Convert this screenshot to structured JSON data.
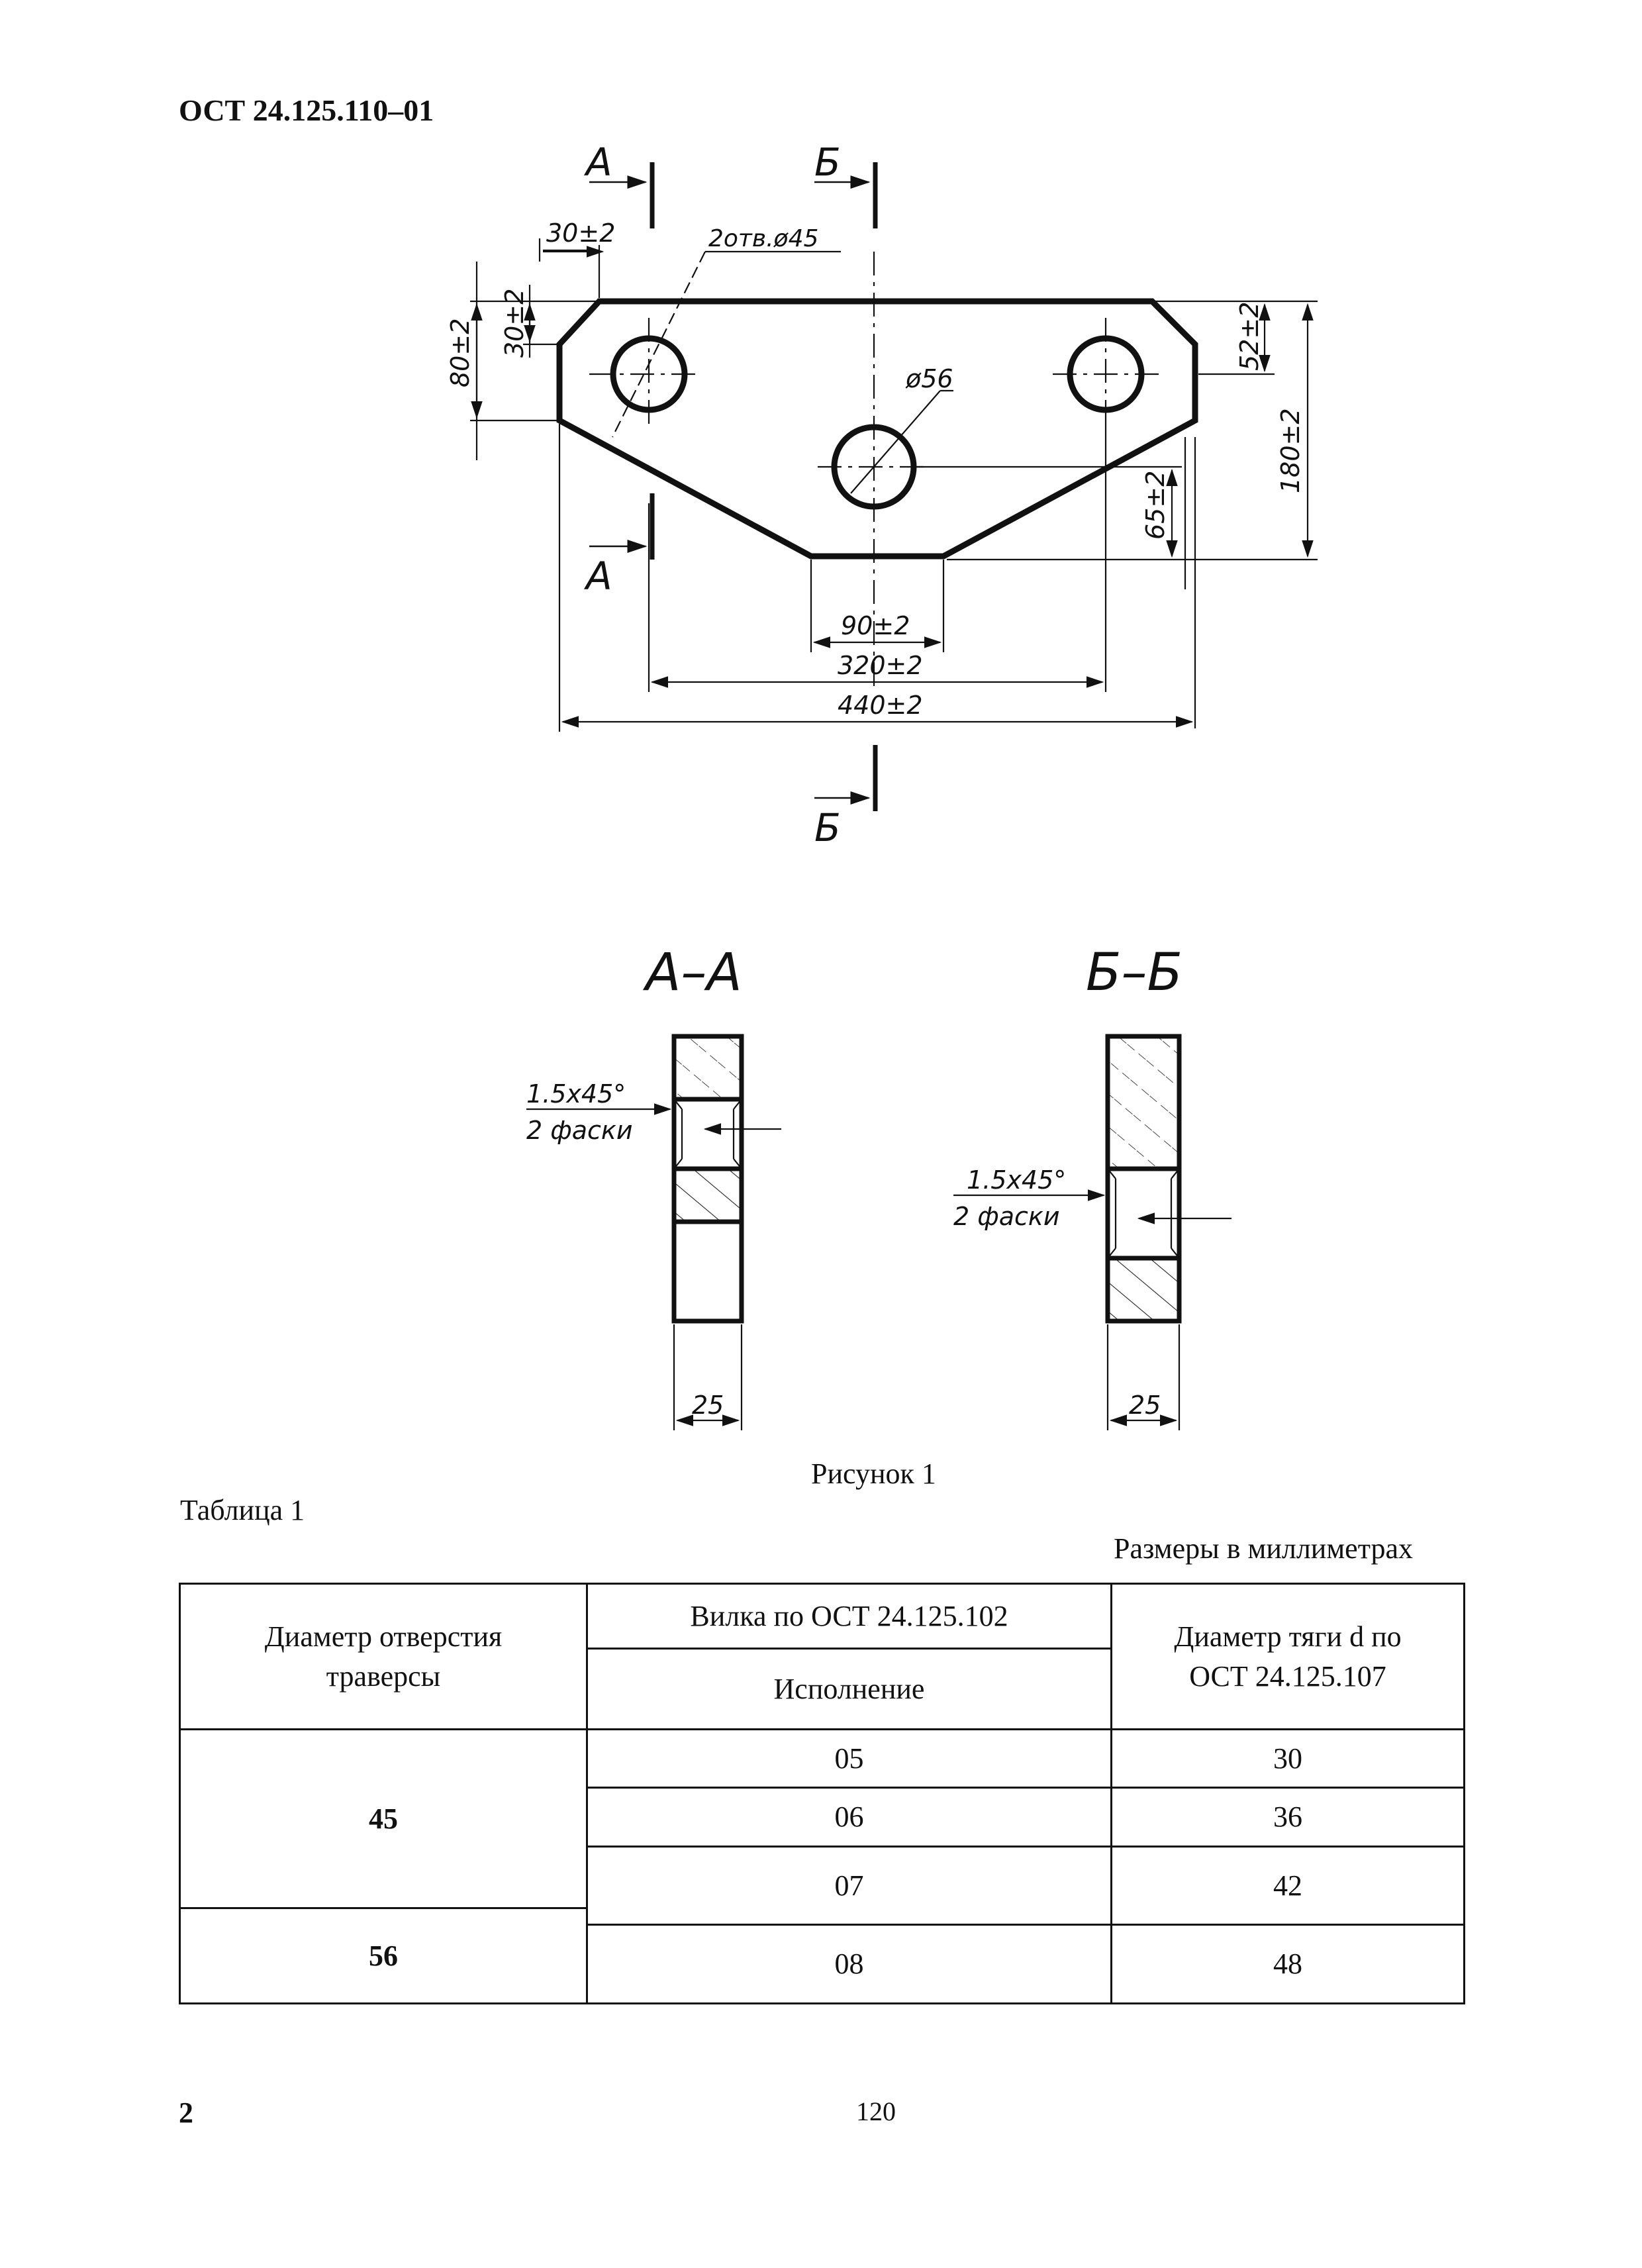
{
  "document": {
    "header_code": "ОСТ 24.125.110–01",
    "page_number_left": "2",
    "page_number_center": "120"
  },
  "drawing": {
    "section_marks": {
      "a_top": "А",
      "b_top": "Б",
      "a_bottom": "А",
      "b_bottom": "Б"
    },
    "dimensions": {
      "d30_top": "30±2",
      "holes_note": "2отв.ø45",
      "d30_side": "30±2",
      "d80": "80±2",
      "d52": "52±2",
      "d56": "ø56",
      "d180": "180±2",
      "d65": "65±2",
      "d90": "90±2",
      "d320": "320±2",
      "d440": "440±2"
    },
    "section_aa": {
      "title": "А–А",
      "chamfer": "1.5х45°",
      "chamfer_count": "2 фаски",
      "width": "25"
    },
    "section_bb": {
      "title": "Б–Б",
      "chamfer": "1.5х45°",
      "chamfer_count": "2 фаски",
      "width": "25"
    }
  },
  "figure_caption": "Рисунок 1",
  "table_label": "Таблица 1",
  "units_note": "Размеры в миллиметрах",
  "table": {
    "headers": {
      "col1": "Диаметр отверстия траверсы",
      "col2_group": "Вилка по ОСТ 24.125.102",
      "col2_sub": "Исполнение",
      "col3": "Диаметр тяги d по ОСТ 24.125.107"
    },
    "groups": [
      {
        "hole_diameter": "45"
      },
      {
        "hole_diameter": "56"
      }
    ],
    "rows": [
      {
        "execution": "05",
        "rod_diameter": "30"
      },
      {
        "execution": "06",
        "rod_diameter": "36"
      },
      {
        "execution": "07",
        "rod_diameter": "42"
      },
      {
        "execution": "08",
        "rod_diameter": "48"
      }
    ]
  }
}
